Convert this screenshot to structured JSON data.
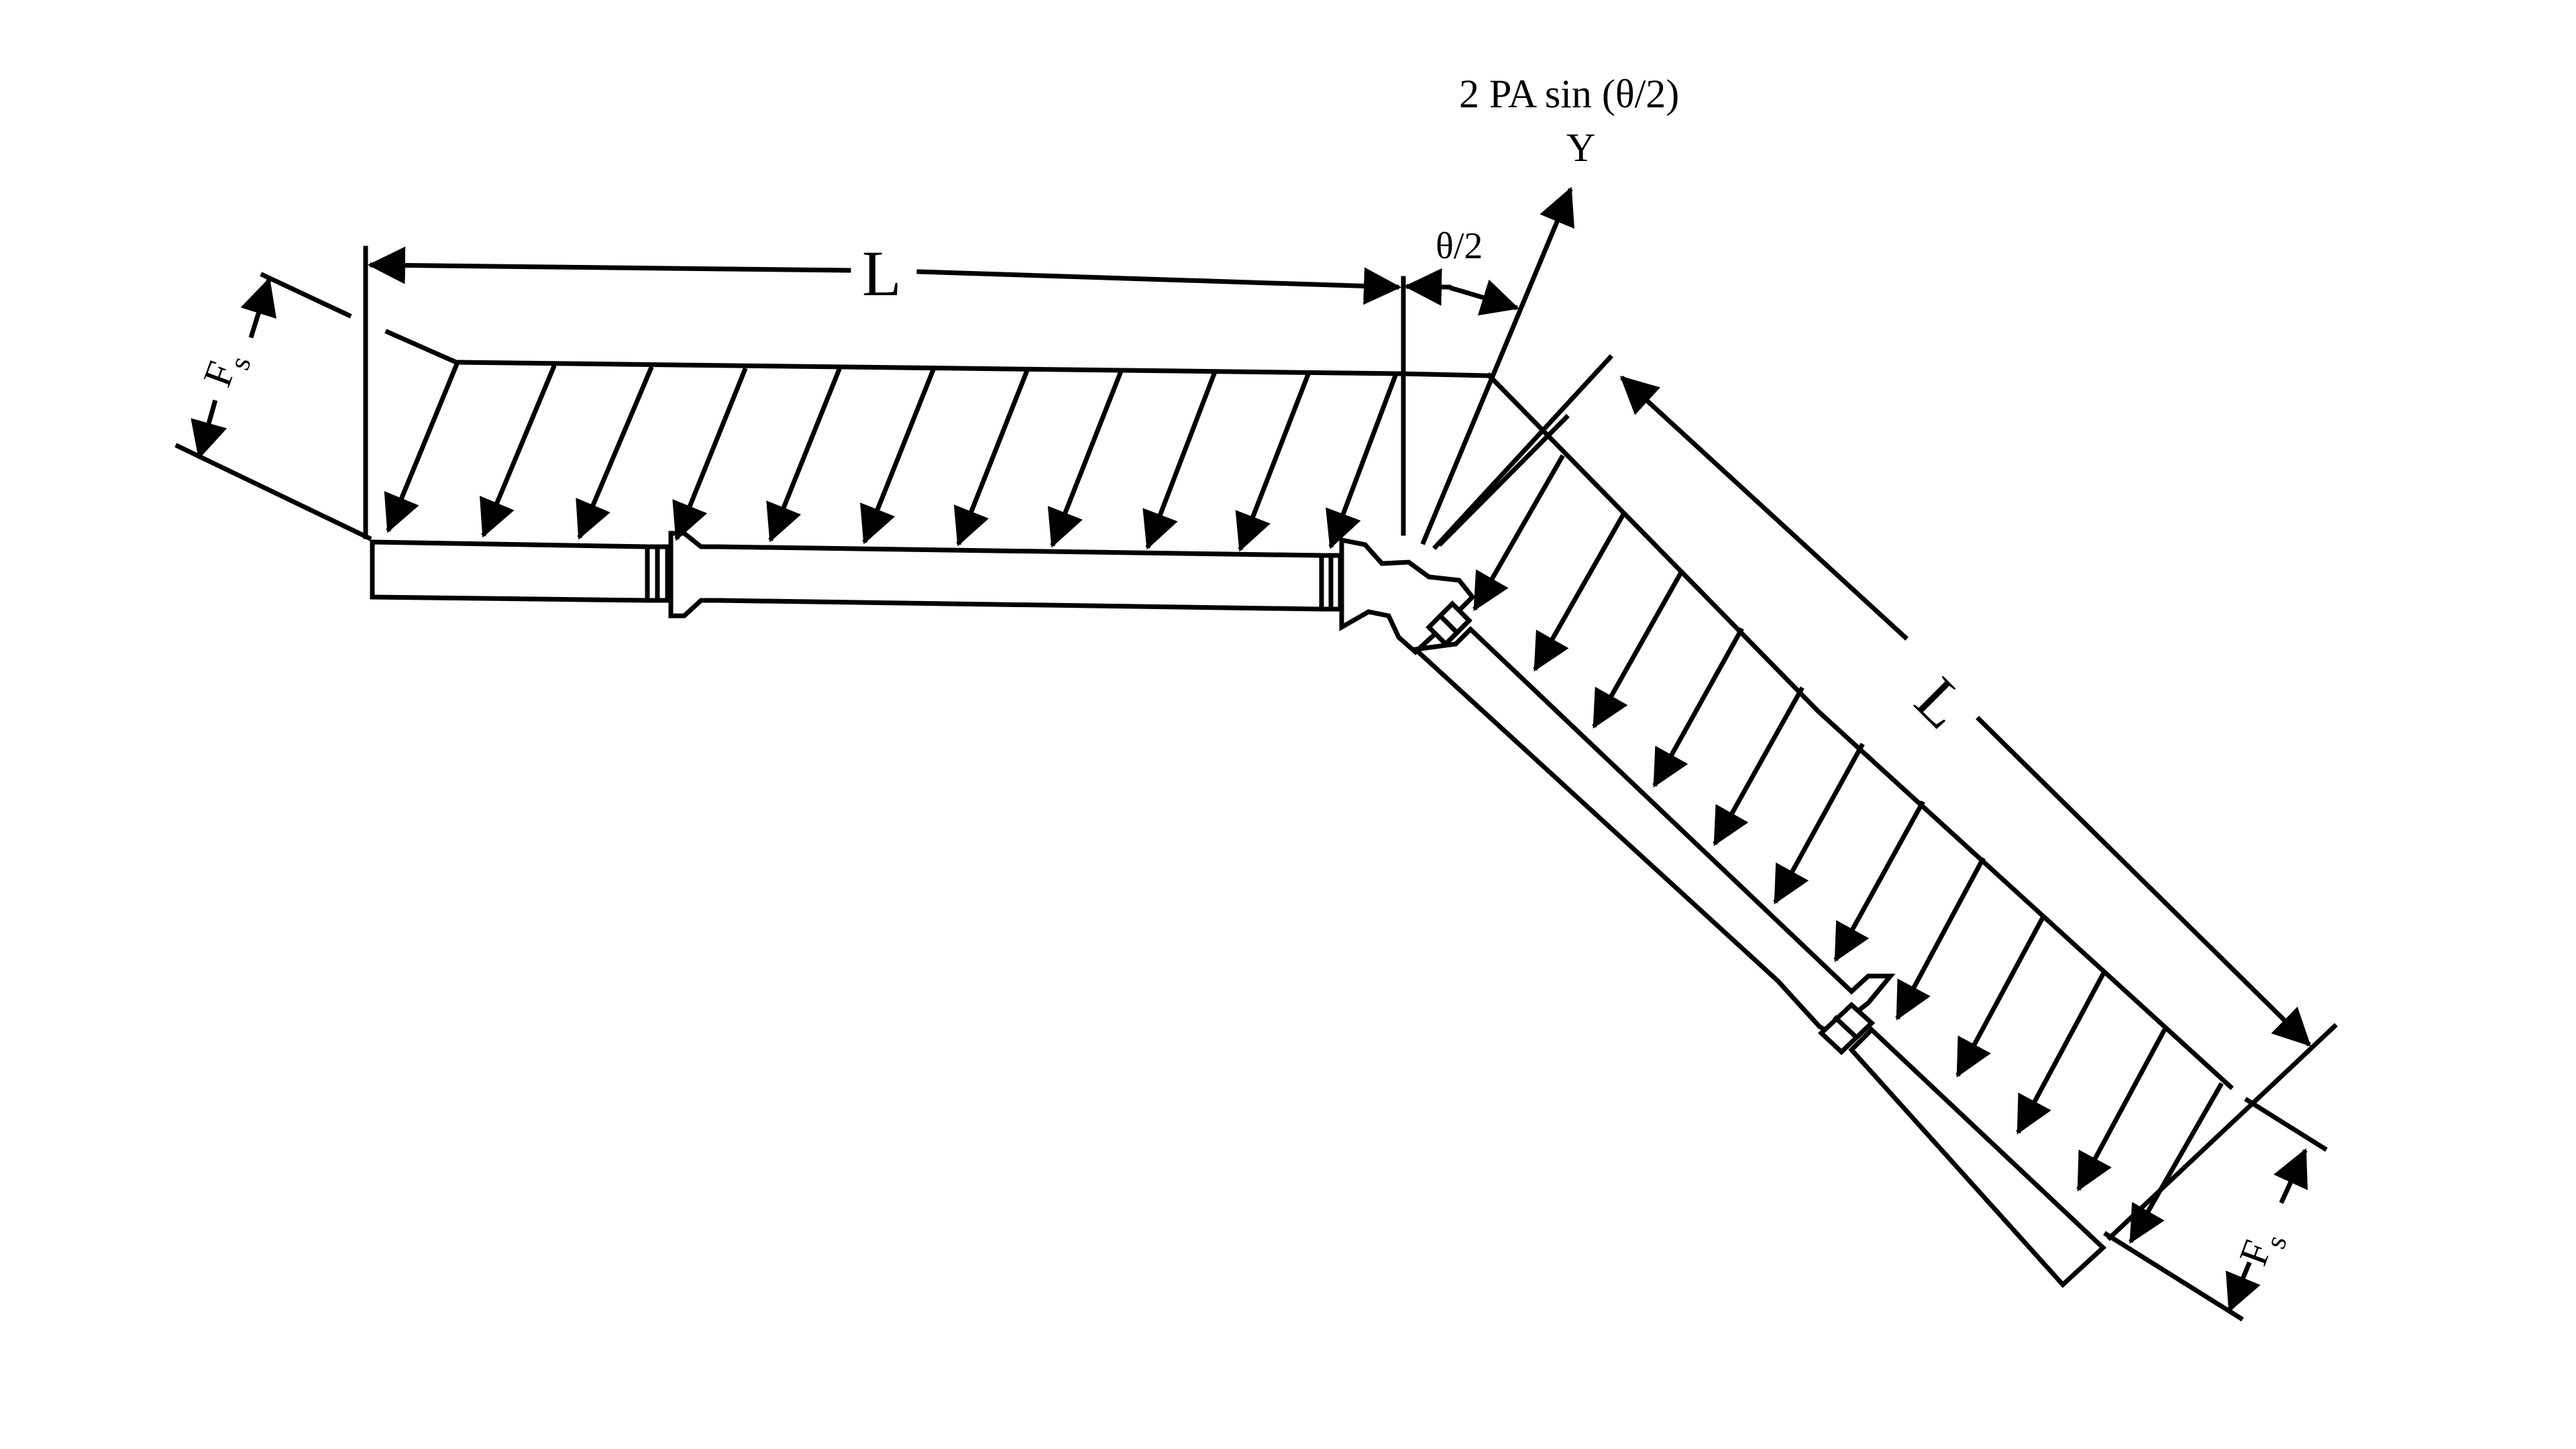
{
  "labels": {
    "force_label": "2 PA sin (θ/2)",
    "y_axis_label": "Y",
    "half_angle_label": "θ/2",
    "left_length_label": "L",
    "right_length_label": "L",
    "left_spring_force_label": "F",
    "left_spring_force_subscript": "s",
    "right_spring_force_label": "F",
    "right_spring_force_subscript": "s"
  },
  "colors": {
    "stroke": "#000000",
    "background": "#ffffff"
  }
}
